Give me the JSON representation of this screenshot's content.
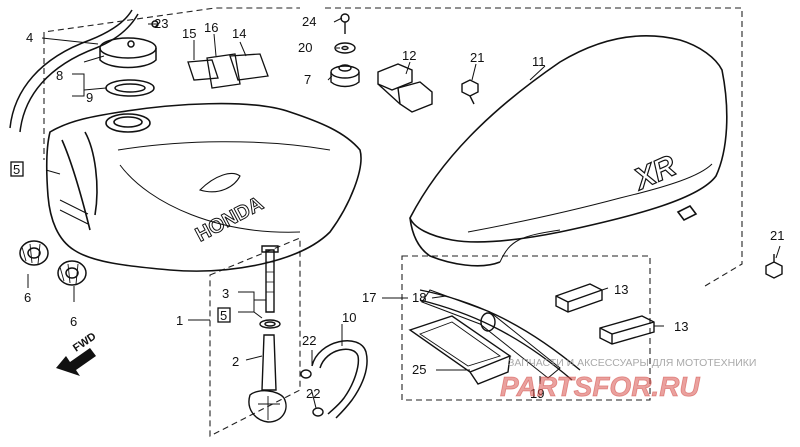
{
  "parts": [
    {
      "id": "p1",
      "ref": "1"
    },
    {
      "id": "p2",
      "ref": "2"
    },
    {
      "id": "p3",
      "ref": "3"
    },
    {
      "id": "p4",
      "ref": "4"
    },
    {
      "id": "p5a",
      "ref": "5"
    },
    {
      "id": "p5b",
      "ref": "5"
    },
    {
      "id": "p6a",
      "ref": "6"
    },
    {
      "id": "p6b",
      "ref": "6"
    },
    {
      "id": "p7",
      "ref": "7"
    },
    {
      "id": "p8",
      "ref": "8"
    },
    {
      "id": "p9",
      "ref": "9"
    },
    {
      "id": "p10",
      "ref": "10"
    },
    {
      "id": "p11",
      "ref": "11"
    },
    {
      "id": "p12",
      "ref": "12"
    },
    {
      "id": "p13a",
      "ref": "13"
    },
    {
      "id": "p13b",
      "ref": "13"
    },
    {
      "id": "p14",
      "ref": "14"
    },
    {
      "id": "p15",
      "ref": "15"
    },
    {
      "id": "p16",
      "ref": "16"
    },
    {
      "id": "p17",
      "ref": "17"
    },
    {
      "id": "p18",
      "ref": "18"
    },
    {
      "id": "p19",
      "ref": "19"
    },
    {
      "id": "p20",
      "ref": "20"
    },
    {
      "id": "p21a",
      "ref": "21"
    },
    {
      "id": "p21b",
      "ref": "21"
    },
    {
      "id": "p22a",
      "ref": "22"
    },
    {
      "id": "p22b",
      "ref": "22"
    },
    {
      "id": "p23",
      "ref": "23"
    },
    {
      "id": "p24",
      "ref": "24"
    },
    {
      "id": "p25",
      "ref": "25"
    }
  ],
  "tank_decal": "HONDA",
  "seat_logo": "XR",
  "fwd_label": "FWD",
  "watermark": {
    "tagline": "ЗАПЧАСТИ И АКСЕССУАРЫ ДЛЯ МОТОТЕХНИКИ",
    "logo": "PARTSFOR.RU"
  },
  "colors": {
    "line": "#111111",
    "watermark_red": "#d9534f",
    "watermark_gray": "#9a9a9a"
  }
}
